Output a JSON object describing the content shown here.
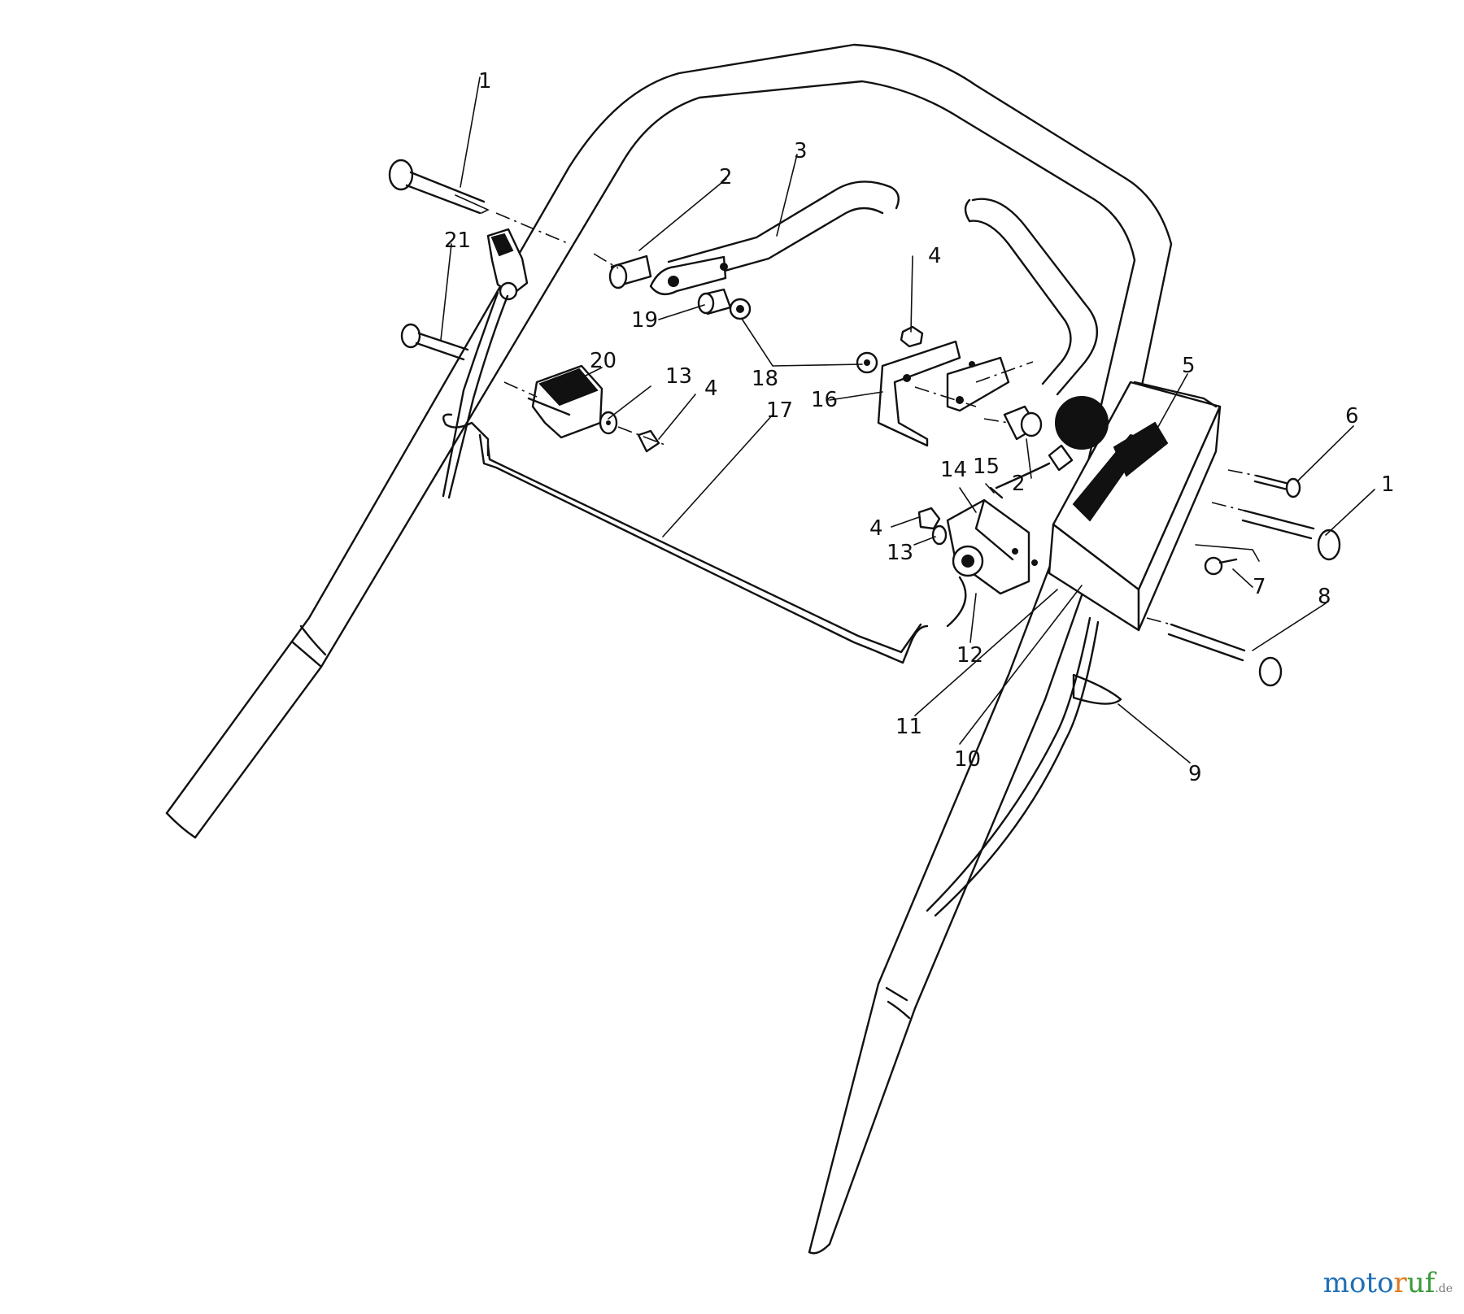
{
  "callouts": [
    {
      "id": "c1a",
      "text": "1"
    },
    {
      "id": "c2a",
      "text": "2"
    },
    {
      "id": "c3",
      "text": "3"
    },
    {
      "id": "c21",
      "text": "21"
    },
    {
      "id": "c4a",
      "text": "4"
    },
    {
      "id": "c19",
      "text": "19"
    },
    {
      "id": "c20",
      "text": "20"
    },
    {
      "id": "c13a",
      "text": "13"
    },
    {
      "id": "c4b",
      "text": "4"
    },
    {
      "id": "c18",
      "text": "18"
    },
    {
      "id": "c16",
      "text": "16"
    },
    {
      "id": "c17",
      "text": "17"
    },
    {
      "id": "c5",
      "text": "5"
    },
    {
      "id": "c6",
      "text": "6"
    },
    {
      "id": "c1b",
      "text": "1"
    },
    {
      "id": "c2b",
      "text": "2"
    },
    {
      "id": "c14",
      "text": "14"
    },
    {
      "id": "c15",
      "text": "15"
    },
    {
      "id": "c4c",
      "text": "4"
    },
    {
      "id": "c13b",
      "text": "13"
    },
    {
      "id": "c7",
      "text": "7"
    },
    {
      "id": "c8",
      "text": "8"
    },
    {
      "id": "c12",
      "text": "12"
    },
    {
      "id": "c11",
      "text": "11"
    },
    {
      "id": "c10",
      "text": "10"
    },
    {
      "id": "c9",
      "text": "9"
    }
  ],
  "watermark": {
    "part1": "moto",
    "part2": "r",
    "part3": "uf",
    "suffix": ".de"
  }
}
